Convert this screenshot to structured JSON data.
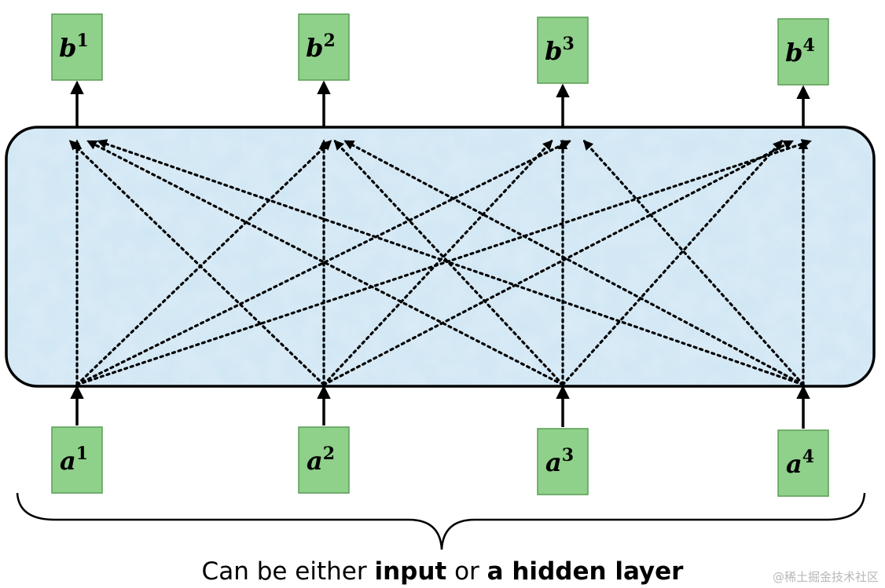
{
  "inputs": [
    {
      "base": "a",
      "sup": "1"
    },
    {
      "base": "a",
      "sup": "2"
    },
    {
      "base": "a",
      "sup": "3"
    },
    {
      "base": "a",
      "sup": "4"
    }
  ],
  "outputs": [
    {
      "base": "b",
      "sup": "1"
    },
    {
      "base": "b",
      "sup": "2"
    },
    {
      "base": "b",
      "sup": "3"
    },
    {
      "base": "b",
      "sup": "4"
    }
  ],
  "caption": {
    "prefix": "Can be either ",
    "bold1": "input",
    "middle": " or ",
    "bold2": "a hidden layer"
  },
  "watermark": "@稀土掘金技术社区",
  "colors": {
    "node_fill": "#8fd08a",
    "node_stroke": "#5a9e55",
    "layer_fill": "#cfe6f3",
    "layer_stroke": "#000000",
    "line": "#000000"
  }
}
